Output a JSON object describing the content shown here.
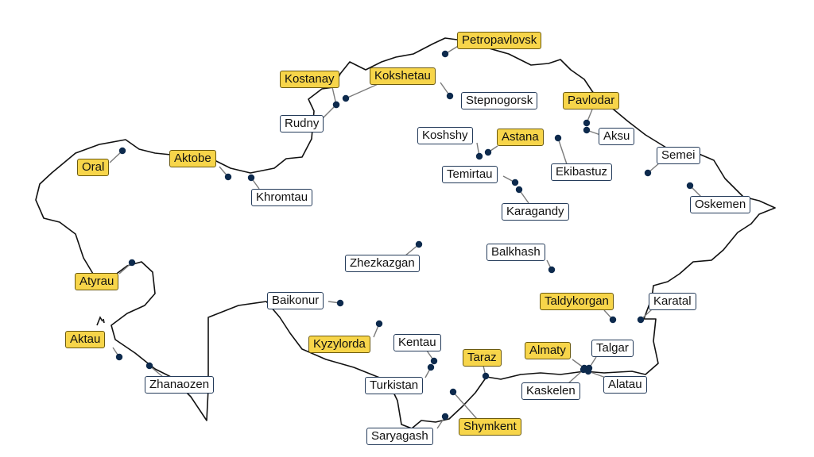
{
  "colors": {
    "region_label_bg": "#f7d54a",
    "city_label_bg": "#ffffff",
    "dot": "#0d2a4d",
    "border": "#111111"
  },
  "cities": [
    {
      "name": "Petropavlovsk",
      "regional_center": true
    },
    {
      "name": "Kostanay",
      "regional_center": true
    },
    {
      "name": "Kokshetau",
      "regional_center": true
    },
    {
      "name": "Stepnogorsk",
      "regional_center": false
    },
    {
      "name": "Pavlodar",
      "regional_center": true
    },
    {
      "name": "Rudny",
      "regional_center": false
    },
    {
      "name": "Koshshy",
      "regional_center": false
    },
    {
      "name": "Astana",
      "regional_center": true
    },
    {
      "name": "Aksu",
      "regional_center": false
    },
    {
      "name": "Oral",
      "regional_center": true
    },
    {
      "name": "Aktobe",
      "regional_center": true
    },
    {
      "name": "Semei",
      "regional_center": false
    },
    {
      "name": "Ekibastuz",
      "regional_center": false
    },
    {
      "name": "Temirtau",
      "regional_center": false
    },
    {
      "name": "Khromtau",
      "regional_center": false
    },
    {
      "name": "Oskemen",
      "regional_center": false
    },
    {
      "name": "Karagandy",
      "regional_center": false
    },
    {
      "name": "Balkhash",
      "regional_center": false
    },
    {
      "name": "Zhezkazgan",
      "regional_center": false
    },
    {
      "name": "Atyrau",
      "regional_center": true
    },
    {
      "name": "Baikonur",
      "regional_center": false
    },
    {
      "name": "Taldykorgan",
      "regional_center": true
    },
    {
      "name": "Karatal",
      "regional_center": false
    },
    {
      "name": "Aktau",
      "regional_center": true
    },
    {
      "name": "Kyzylorda",
      "regional_center": true
    },
    {
      "name": "Kentau",
      "regional_center": false
    },
    {
      "name": "Taraz",
      "regional_center": true
    },
    {
      "name": "Almaty",
      "regional_center": true
    },
    {
      "name": "Talgar",
      "regional_center": false
    },
    {
      "name": "Zhanaozen",
      "regional_center": false
    },
    {
      "name": "Turkistan",
      "regional_center": false
    },
    {
      "name": "Kaskelen",
      "regional_center": false
    },
    {
      "name": "Alatau",
      "regional_center": false
    },
    {
      "name": "Saryagash",
      "regional_center": false
    },
    {
      "name": "Shymkent",
      "regional_center": true
    }
  ]
}
